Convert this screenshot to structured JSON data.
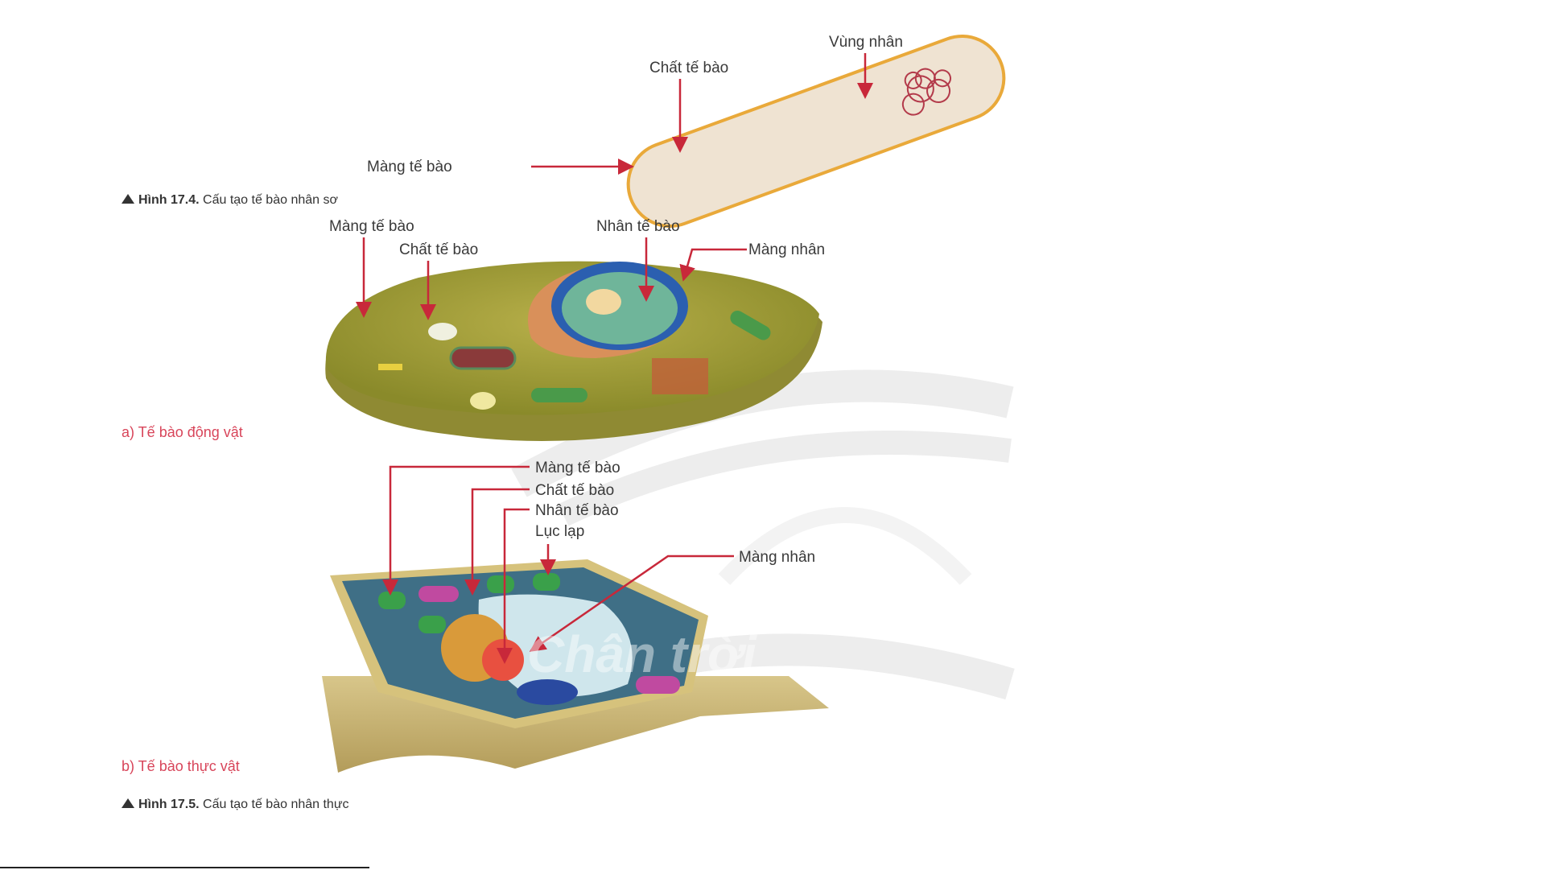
{
  "figure_17_4": {
    "labels": {
      "nucleoid": "Vùng nhân",
      "cytoplasm": "Chất tế bào",
      "membrane": "Màng tế bào"
    },
    "caption_number": "Hình 17.4.",
    "caption_text": "Cấu tạo tế bào nhân sơ"
  },
  "figure_17_5": {
    "animal": {
      "labels": {
        "membrane": "Màng tế bào",
        "cytoplasm": "Chất tế bào",
        "nucleus": "Nhân tế bào",
        "nuclear_membrane": "Màng nhân"
      },
      "subcaption": "a) Tế bào động vật"
    },
    "plant": {
      "labels": {
        "membrane": "Màng tế bào",
        "cytoplasm": "Chất tế bào",
        "nucleus": "Nhân tế bào",
        "chloroplast": "Lục lạp",
        "nuclear_membrane": "Màng nhân"
      },
      "subcaption": "b) Tế bào thực vật"
    },
    "caption_number": "Hình 17.5.",
    "caption_text": "Cấu tạo tế bào nhân thực"
  },
  "watermark_text": "Chân trời"
}
